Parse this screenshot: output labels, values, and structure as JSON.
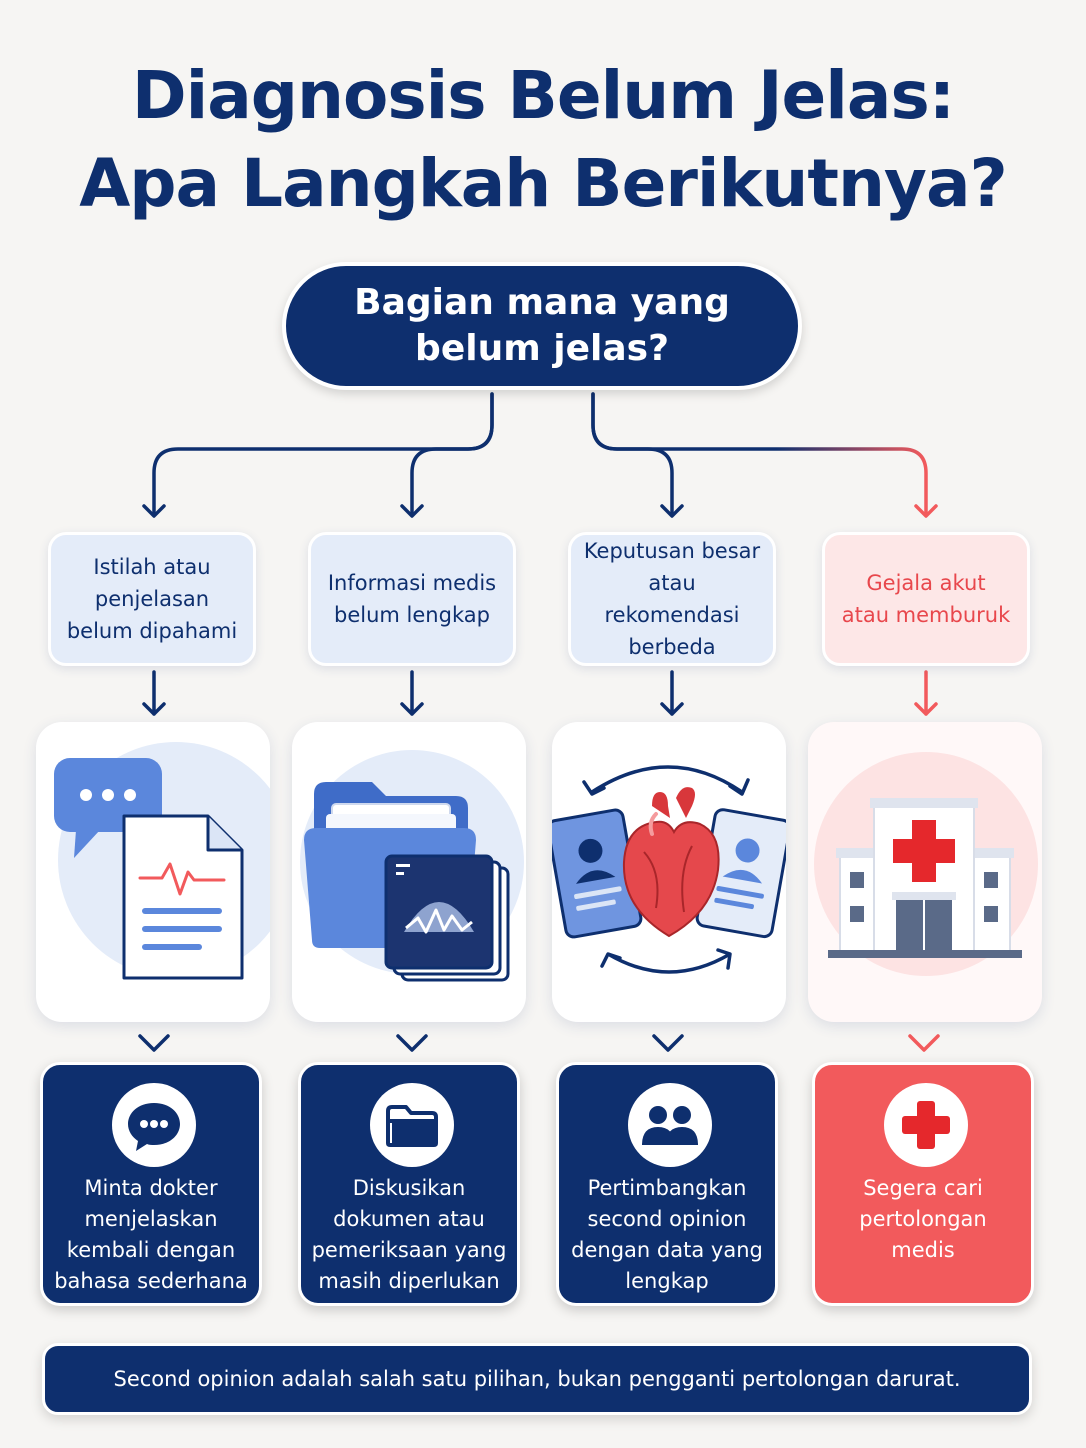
{
  "title": {
    "line1": "Diagnosis Belum Jelas:",
    "line2": "Apa Langkah Berikutnya?"
  },
  "question": {
    "line1": "Bagian mana yang",
    "line2": "belum jelas?"
  },
  "colors": {
    "navy": "#0e2f6e",
    "red": "#f25a5c",
    "light_blue": "#e4ecf9",
    "light_red": "#fde7e7"
  },
  "categories": [
    {
      "lines": [
        "Istilah atau",
        "penjelasan",
        "belum dipahami"
      ]
    },
    {
      "lines": [
        "Informasi medis",
        "belum lengkap"
      ]
    },
    {
      "lines": [
        "Keputusan besar",
        "atau rekomendasi",
        "berbeda"
      ]
    },
    {
      "lines": [
        "Gejala akut",
        "atau memburuk"
      ]
    }
  ],
  "illustrations": [
    {
      "icon": "chat-document-icon"
    },
    {
      "icon": "folder-ultrasound-icon"
    },
    {
      "icon": "heart-second-opinion-icon"
    },
    {
      "icon": "hospital-icon"
    }
  ],
  "actions": [
    {
      "icon": "chat-bubble-icon",
      "lines": [
        "Minta dokter",
        "menjelaskan",
        "kembali dengan",
        "bahasa sederhana"
      ]
    },
    {
      "icon": "folder-icon",
      "lines": [
        "Diskusikan",
        "dokumen atau",
        "pemeriksaan yang",
        "masih diperlukan"
      ]
    },
    {
      "icon": "people-icon",
      "lines": [
        "Pertimbangkan",
        "second opinion",
        "dengan data yang",
        "lengkap"
      ]
    },
    {
      "icon": "medical-cross-icon",
      "lines": [
        "Segera cari",
        "pertolongan",
        "medis"
      ]
    }
  ],
  "footer": {
    "text": "Second opinion adalah salah satu pilihan, bukan pengganti pertolongan darurat."
  }
}
